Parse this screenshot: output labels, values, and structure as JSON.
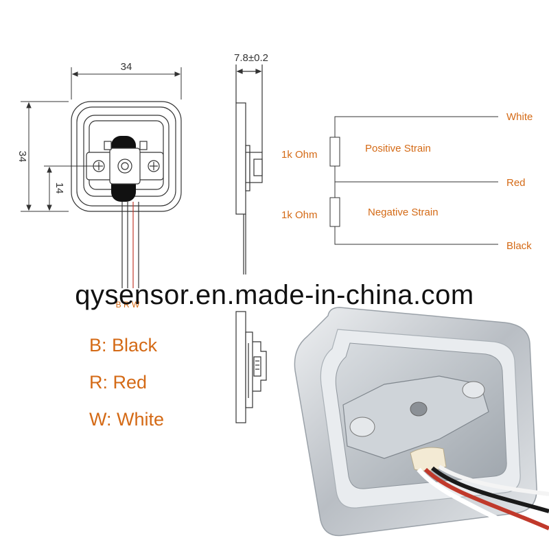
{
  "colors": {
    "accent": "#d46a16",
    "line": "#333333"
  },
  "front_view": {
    "width_label": "34",
    "height_label": "34",
    "inner_label": "14"
  },
  "side_view": {
    "thickness_label": "7.8±0.2"
  },
  "circuit": {
    "resistors": [
      "1k Ohm",
      "1k Ohm"
    ],
    "strain_labels": [
      "Positive Strain",
      "Negative Strain"
    ],
    "wires": [
      "White",
      "Red",
      "Black"
    ]
  },
  "watermark": "qysensor.en.made-in-china.com",
  "legend": [
    {
      "text": "B: Black"
    },
    {
      "text": "R: Red"
    },
    {
      "text": "W: White"
    }
  ]
}
